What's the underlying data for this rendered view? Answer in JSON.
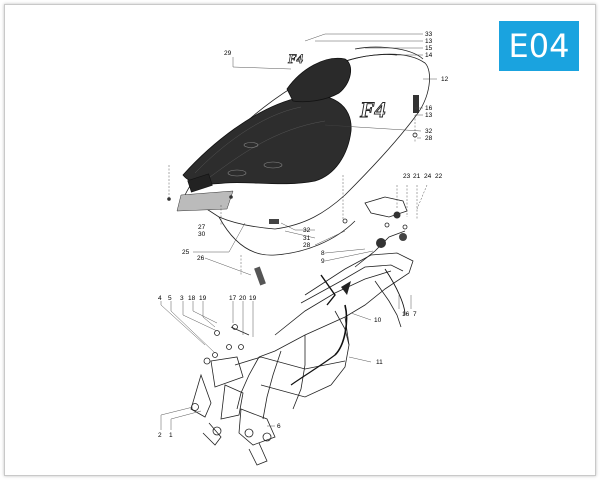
{
  "badge": {
    "label": "E04",
    "color": "#1aa3df"
  },
  "seat_logos": {
    "small": "F4",
    "large": "F4"
  },
  "callouts": [
    "33",
    "13",
    "15",
    "14",
    "12",
    "16",
    "13",
    "32",
    "28",
    "29",
    "23",
    "21",
    "24",
    "22",
    "27",
    "30",
    "32",
    "31",
    "28",
    "8",
    "9",
    "25",
    "26",
    "4",
    "5",
    "3",
    "18",
    "19",
    "17",
    "20",
    "19",
    "10",
    "7",
    "16",
    "11",
    "6",
    "2",
    "1"
  ]
}
